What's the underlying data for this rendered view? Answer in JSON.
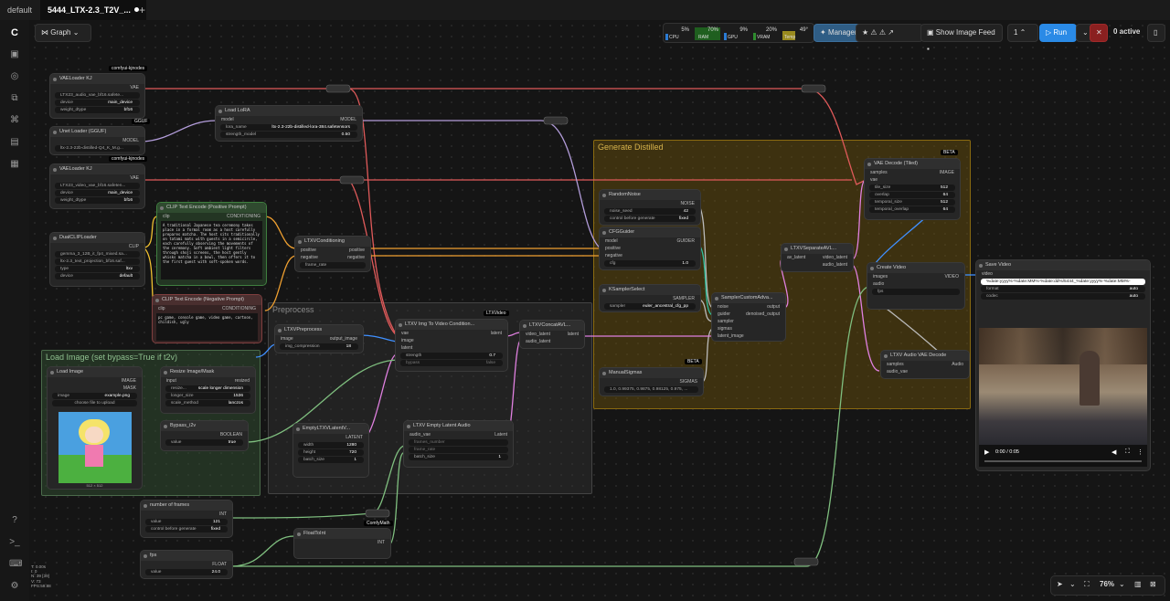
{
  "tabs": [
    {
      "label": "default"
    },
    {
      "label": "5444_LTX-2.3_T2V_..."
    }
  ],
  "toolbar": {
    "graph_label": "Graph",
    "manager_label": "Manager",
    "feed_label": "Show Image Feed",
    "queue_count": "1",
    "run_label": "Run",
    "active_label": "0 active"
  },
  "monitor": [
    {
      "label": "CPU",
      "value": "5%",
      "color": "#2a7bd3"
    },
    {
      "label": "RAM",
      "value": "70%",
      "color": "#2e8b2e"
    },
    {
      "label": "GPU",
      "value": "9%",
      "color": "#2a7bd3"
    },
    {
      "label": "VRAM",
      "value": "20%",
      "color": "#2e8b2e"
    },
    {
      "label": "Temp",
      "value": "49°",
      "color": "#9a8b1f"
    }
  ],
  "groups": {
    "generate": "Generate Distilled",
    "load_image": "Load Image (set bypass=True if t2v)",
    "preprocess": "Preprocess"
  },
  "nodes": {
    "vae_audio": {
      "title": "VAELoader KJ",
      "badge": "comfyui-kjnodes",
      "out": "VAE",
      "w1": "LTX23_audio_vae_bf16.safete...",
      "w2l": "device",
      "w2": "main_device",
      "w3l": "weight_dtype",
      "w3": "bf16"
    },
    "unet": {
      "title": "Unet Loader (GGUF)",
      "badge": "GGUF",
      "out": "MODEL",
      "w1": "ltx-2.3-22b-distilled-Q4_K_M.g..."
    },
    "vae_video": {
      "title": "VAELoader KJ",
      "badge": "comfyui-kjnodes",
      "out": "VAE",
      "w1": "LTX23_video_vae_bf16.safeten...",
      "w2l": "device",
      "w2": "main_device",
      "w3l": "weight_dtype",
      "w3": "bf16"
    },
    "lora": {
      "title": "Load LoRA",
      "in": "model",
      "out": "MODEL",
      "w1l": "lora_name",
      "w1": "ltx-2.3-22b-distilled-lora-384.safetensors",
      "w2l": "strength_model",
      "w2": "0.50"
    },
    "dualclip": {
      "title": "DualCLIPLoader",
      "out": "CLIP",
      "w1": "gemma_3_12B_it_fp4_mixed.sa...",
      "w2": "ltx-2.3_text_projection_bf16.saf...",
      "w3l": "type",
      "w3": "ltxv",
      "w4l": "device",
      "w4": "default"
    },
    "clip_pos": {
      "title": "CLIP Text Encode (Positive Prompt)",
      "in": "clip",
      "out": "CONDITIONING",
      "text": "A traditional Japanese tea ceremony takes place in a formal room as a host carefully prepares matcha. The host sits traditionally on tatami mats with guests in a semicircle, each carefully observing the movements of the ceremony. Soft ambient light filters through shoji screens, the host gently whisks matcha in a bowl, then offers it to the first guest with soft-spoken words."
    },
    "clip_neg": {
      "title": "CLIP Text Encode (Negative Prompt)",
      "in": "clip",
      "out": "CONDITIONING",
      "text": "pc game, console game, video game, cartoon, childish, ugly"
    },
    "ltxv_cond": {
      "title": "LTXVConditioning",
      "in1": "positive",
      "in2": "negative",
      "out1": "positive",
      "out2": "negative",
      "w1": "frame_rate"
    },
    "random_noise": {
      "title": "RandomNoise",
      "out": "NOISE",
      "w1l": "noise_seed",
      "w1": "42",
      "w2l": "control before generate",
      "w2": "fixed"
    },
    "cfg_guider": {
      "title": "CFGGuider",
      "in1": "model",
      "in2": "positive",
      "in3": "negative",
      "out": "GUIDER",
      "w1l": "cfg",
      "w1": "1.0"
    },
    "ksampler_select": {
      "title": "KSamplerSelect",
      "out": "SAMPLER",
      "w1l": "sampler",
      "w1": "euler_ancestral_cfg_pp"
    },
    "manual_sigmas": {
      "title": "ManualSigmas",
      "out": "SIGMAS",
      "badge": "BETA",
      "w1": "1.0, 0.99375, 0.9875, 0.98125, 0.975, ..."
    },
    "sampler_custom": {
      "title": "SamplerCustomAdva...",
      "in1": "noise",
      "in2": "guider",
      "in3": "sampler",
      "in4": "sigmas",
      "in5": "latent_image",
      "out1": "output",
      "out2": "denoised_output"
    },
    "separate_av": {
      "title": "LTXVSeparateAVL...",
      "in": "av_latent",
      "out1": "video_latent",
      "out2": "audio_latent"
    },
    "vae_decode": {
      "title": "VAE Decode (Tiled)",
      "badge": "BETA",
      "in1": "samples",
      "in2": "vae",
      "out": "IMAGE",
      "w1l": "tile_size",
      "w1": "512",
      "w2l": "overlap",
      "w2": "64",
      "w3l": "temporal_size",
      "w3": "512",
      "w4l": "temporal_overlap",
      "w4": "64"
    },
    "create_video": {
      "title": "Create Video",
      "in1": "images",
      "in2": "audio",
      "in3": "fps",
      "out": "VIDEO"
    },
    "audio_decode": {
      "title": "LTXV Audio VAE Decode",
      "in1": "samples",
      "in2": "audio_vae",
      "out": "Audio"
    },
    "save_video": {
      "title": "Save Video",
      "in": "video",
      "w1": "%date:yyyy%-%date:MM%-%date:dd%/5444_%date:yyyy%-%date:MM%-%d...",
      "w2l": "format",
      "w2": "auto",
      "w3l": "codec",
      "w3": "auto",
      "time": "0:00 / 0:05"
    },
    "load_image": {
      "title": "Load Image",
      "out1": "IMAGE",
      "out2": "MASK",
      "w1l": "image",
      "w1": "example.png",
      "upload": "choose file to upload",
      "caption": "512 × 512"
    },
    "resize": {
      "title": "Resize Image/Mask",
      "in": "input",
      "out": "resized",
      "w1l": "resize...",
      "w1": "scale longer dimension",
      "w2l": "longer_size",
      "w2": "1536",
      "w3l": "scale_method",
      "w3": "lanczos"
    },
    "bypass": {
      "title": "Bypass_i2v",
      "out": "BOOLEAN",
      "w1l": "value",
      "w1": "true"
    },
    "ltxv_preprocess": {
      "title": "LTXVPreprocess",
      "in": "image",
      "out": "output_image",
      "w1l": "img_compression",
      "w1": "18"
    },
    "img_to_video": {
      "title": "LTXV Img To Video Condition...",
      "badge": "LTXVideo",
      "in1": "vae",
      "in2": "image",
      "in3": "latent",
      "out": "latent",
      "w1l": "strength",
      "w1": "0.7",
      "w2l": "bypass",
      "w2": "false"
    },
    "concat_av": {
      "title": "LTXVConcatAVL...",
      "in1": "video_latent",
      "in2": "audio_latent",
      "out": "latent"
    },
    "empty_latent": {
      "title": "EmptyLTXVLatentV...",
      "out": "LATENT",
      "w1l": "width",
      "w1": "1280",
      "w2l": "height",
      "w2": "720",
      "w3l": "batch_size",
      "w3": "1"
    },
    "empty_audio": {
      "title": "LTXV Empty Latent Audio",
      "in1": "audio_vae",
      "in2": "frames_number",
      "in3": "frame_rate",
      "out": "Latent",
      "w1l": "batch_size",
      "w1": "1"
    },
    "num_frames": {
      "title": "number of frames",
      "out": "INT",
      "w1l": "value",
      "w1": "121",
      "w2l": "control before generate",
      "w2": "fixed"
    },
    "fps": {
      "title": "fps",
      "out": "FLOAT",
      "w1l": "value",
      "w1": "24.0"
    },
    "float_to_int": {
      "title": "FloatToInt",
      "badge": "ComfyMath",
      "out": "INT"
    }
  },
  "stats": [
    "T: 0.00s",
    "I: 0",
    "N: 39 [39]",
    "V: 73",
    "FPS:59.88"
  ],
  "zoom": "76%"
}
